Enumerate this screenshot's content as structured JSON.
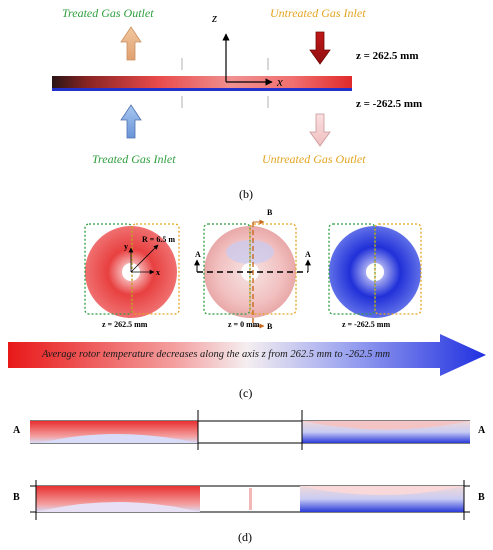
{
  "panel_b": {
    "treated_outlet": "Treated Gas Outlet",
    "untreated_inlet": "Untreated Gas Inlet",
    "treated_inlet": "Treated Gas Inlet",
    "untreated_outlet": "Untreated Gas Outlet",
    "z_top": "z = 262.5 mm",
    "z_bottom": "z = -262.5 mm",
    "axis_z": "z",
    "axis_x": "x",
    "caption": "(b)"
  },
  "panel_c": {
    "disk_labels": [
      "z = 262.5 mm",
      "z = 0 mm",
      "z = -262.5 mm"
    ],
    "radius_label": "R = 6.5 m",
    "axis_y": "y",
    "axis_x": "x",
    "section_A": "A",
    "section_B": "B",
    "band_text": "Average rotor temperature decreases along the axis z from 262.5 mm to -262.5 mm",
    "caption": "(c)"
  },
  "panel_d": {
    "row_A": "A",
    "row_B": "B",
    "caption": "(d)"
  },
  "colors": {
    "green": "#2e9e3e",
    "yellow": "#e3a420",
    "red": "#e02020",
    "blue": "#2030d0"
  }
}
